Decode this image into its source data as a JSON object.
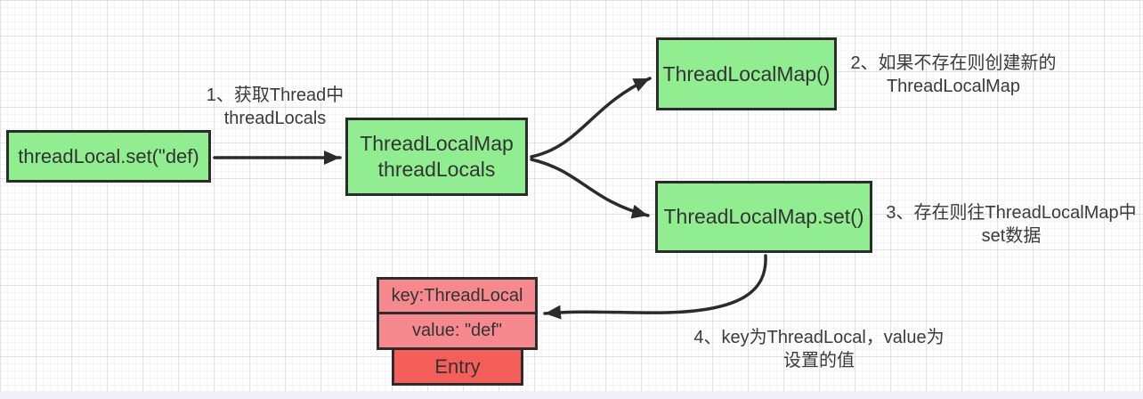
{
  "diagram": {
    "title_hint": "ThreadLocal set flow diagram",
    "colors": {
      "node_green": "#90ee90",
      "node_pink": "#f6898d",
      "node_red": "#f45f5a",
      "border": "#2b2b2b",
      "text": "#333333",
      "grid_line": "#e5e5ec",
      "background": "#fefefe"
    },
    "nodes": {
      "thread_local_set": {
        "label": "threadLocal.set(\"def)"
      },
      "thread_local_map": {
        "line1": "ThreadLocalMap",
        "line2": "threadLocals"
      },
      "thread_local_map_ctor": {
        "label": "ThreadLocalMap()"
      },
      "thread_local_map_set": {
        "label": "ThreadLocalMap.set()"
      },
      "entry_key": {
        "label": "key:ThreadLocal"
      },
      "entry_value": {
        "label": "value: \"def\""
      },
      "entry": {
        "label": "Entry"
      }
    },
    "annotations": {
      "step1": {
        "line1": "1、获取Thread中",
        "line2": "threadLocals"
      },
      "step2": {
        "line1": "2、如果不存在则创建新的",
        "line2": "ThreadLocalMap"
      },
      "step3": {
        "line1": "3、存在则往ThreadLocalMap中",
        "line2": "set数据"
      },
      "step4": {
        "line1": "4、key为ThreadLocal，value为",
        "line2": "设置的值"
      }
    }
  }
}
